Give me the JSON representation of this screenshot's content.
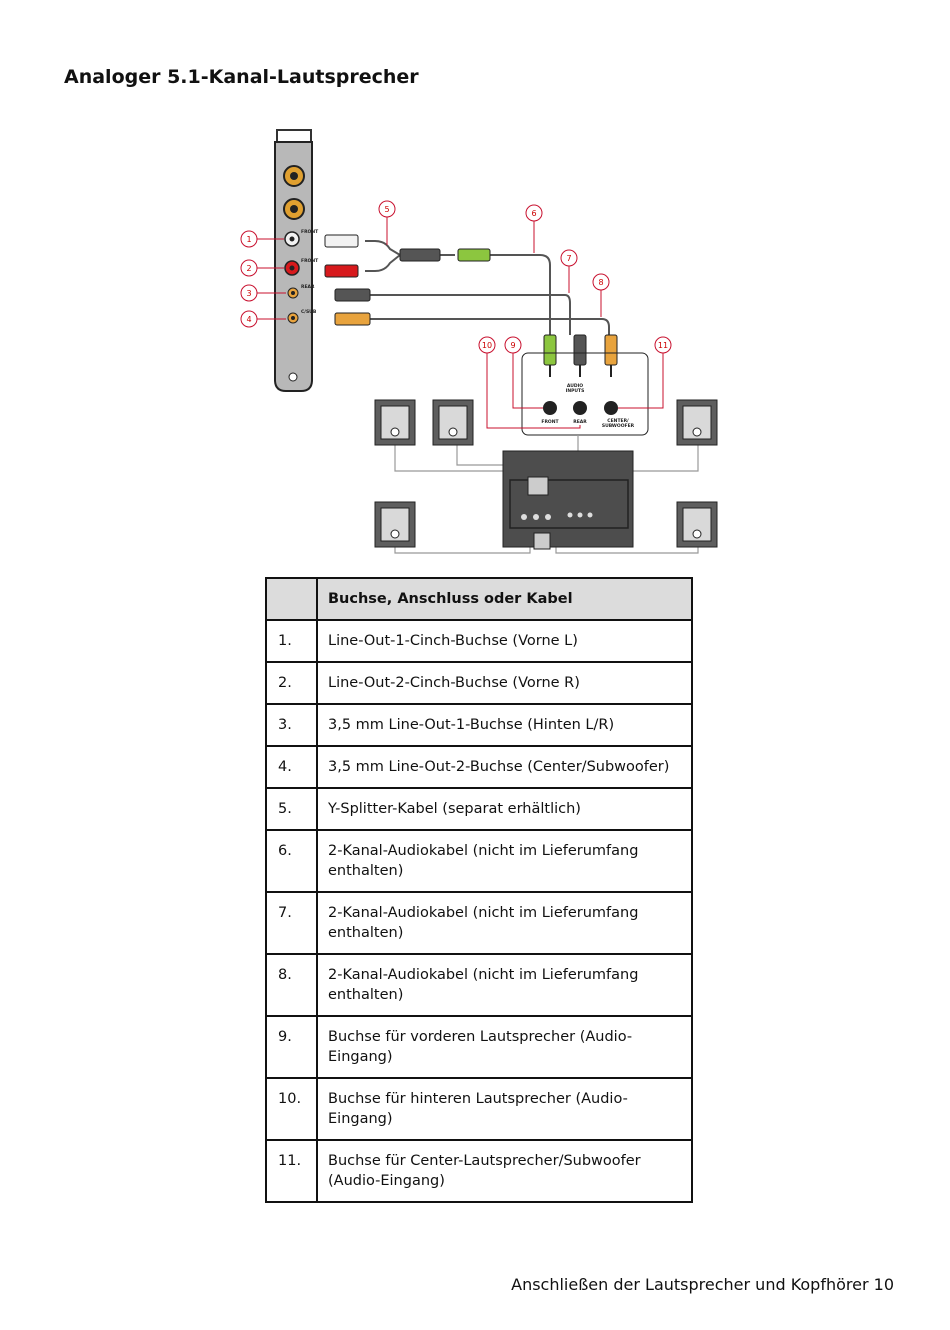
{
  "page": {
    "heading": "Analoger 5.1-Kanal-Lautsprecher",
    "footer": "Anschließen der Lautsprecher und Kopfhörer 10"
  },
  "diagram": {
    "callouts": [
      "1",
      "2",
      "3",
      "4",
      "5",
      "6",
      "7",
      "8",
      "9",
      "10",
      "11"
    ],
    "card_labels": [
      "FRONT",
      "FRONT",
      "REAR",
      "C/SUB"
    ],
    "audio_inputs_label": [
      "AUDIO",
      "INPUTS"
    ],
    "jack_labels": [
      "FRONT",
      "REAR",
      "CENTER/",
      "SUBWOOFER"
    ],
    "colors": {
      "callout": "#c8102e",
      "green": "#8cc63f",
      "orange": "#e8a33d",
      "red": "#d7191c",
      "gray": "#555555",
      "card": "#b5b5b5"
    }
  },
  "table": {
    "header": {
      "num": "",
      "desc": "Buchse, Anschluss oder Kabel"
    },
    "rows": [
      {
        "num": "1.",
        "desc": "Line-Out-1-Cinch-Buchse (Vorne L)"
      },
      {
        "num": "2.",
        "desc": "Line-Out-2-Cinch-Buchse (Vorne R)"
      },
      {
        "num": "3.",
        "desc": "3,5 mm Line-Out-1-Buchse (Hinten L/R)"
      },
      {
        "num": "4.",
        "desc": "3,5 mm Line-Out-2-Buchse (Center/Subwoofer)"
      },
      {
        "num": "5.",
        "desc": "Y-Splitter-Kabel (separat erhältlich)"
      },
      {
        "num": "6.",
        "desc": "2-Kanal-Audiokabel (nicht im Lieferumfang enthalten)"
      },
      {
        "num": "7.",
        "desc": "2-Kanal-Audiokabel (nicht im Lieferumfang enthalten)"
      },
      {
        "num": "8.",
        "desc": "2-Kanal-Audiokabel (nicht im Lieferumfang enthalten)"
      },
      {
        "num": "9.",
        "desc": "Buchse für vorderen Lautsprecher (Audio-Eingang)"
      },
      {
        "num": "10.",
        "desc": "Buchse für hinteren Lautsprecher (Audio-Eingang)"
      },
      {
        "num": "11.",
        "desc": "Buchse für Center-Lautsprecher/Subwoofer (Audio-Eingang)"
      }
    ]
  }
}
